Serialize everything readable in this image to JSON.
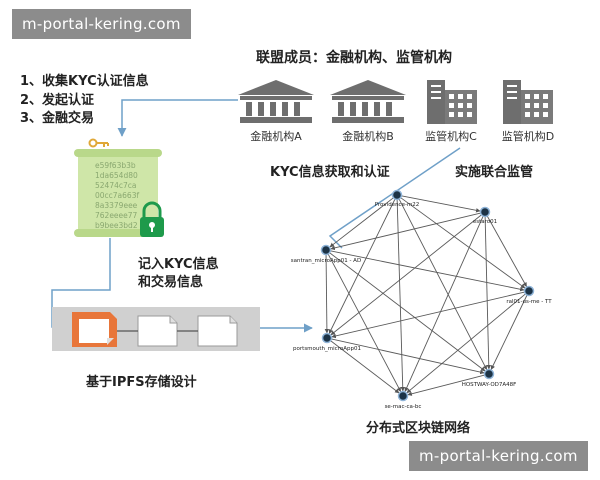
{
  "watermark": {
    "top": "m-portal-kering.com",
    "bottom": "m-portal-kering.com"
  },
  "header": "联盟成员：金融机构、监管机构",
  "steps": [
    "1、收集KYC认证信息",
    "2、发起认证",
    "3、金融交易"
  ],
  "institutions": [
    {
      "label": "金融机构A",
      "icon": "bank-icon"
    },
    {
      "label": "金融机构B",
      "icon": "bank-icon"
    },
    {
      "label": "监管机构C",
      "icon": "office-building-icon"
    },
    {
      "label": "监管机构D",
      "icon": "office-building-icon"
    }
  ],
  "labels": {
    "kyc_obtain": "KYC信息获取和认证",
    "supervision": "实施联合监管",
    "record": [
      "记入KYC信息",
      "和交易信息"
    ],
    "storage": "基于IPFS存储设计",
    "network": "分布式区块链网络"
  },
  "scroll_hash": [
    "e59f63b3b",
    "1da654d80",
    "52474c7ca",
    "00cc7a663f",
    "8a3379eee",
    "762eeee77",
    "b9bee3bd2"
  ],
  "nodes": [
    {
      "id": "n1",
      "label": "Providence-m22"
    },
    {
      "id": "n2",
      "label": "estaro01"
    },
    {
      "id": "n3",
      "label": "santran_microApp01 - AD"
    },
    {
      "id": "n4",
      "label": "ral01-us-me - TT"
    },
    {
      "id": "n5",
      "label": "portsmouth_microApp01"
    },
    {
      "id": "n6",
      "label": "HOSTWAY-OD7A48F"
    },
    {
      "id": "n7",
      "label": "se-mac-ca-bc"
    }
  ],
  "colors": {
    "accent_green": "#1e9a4b",
    "scroll_fill": "#cfe6a8",
    "storage_orange": "#e8763a",
    "icon_gray": "#6e6e6e",
    "node_dark": "#1c3346",
    "arrow_blue": "#6fa0c8"
  }
}
